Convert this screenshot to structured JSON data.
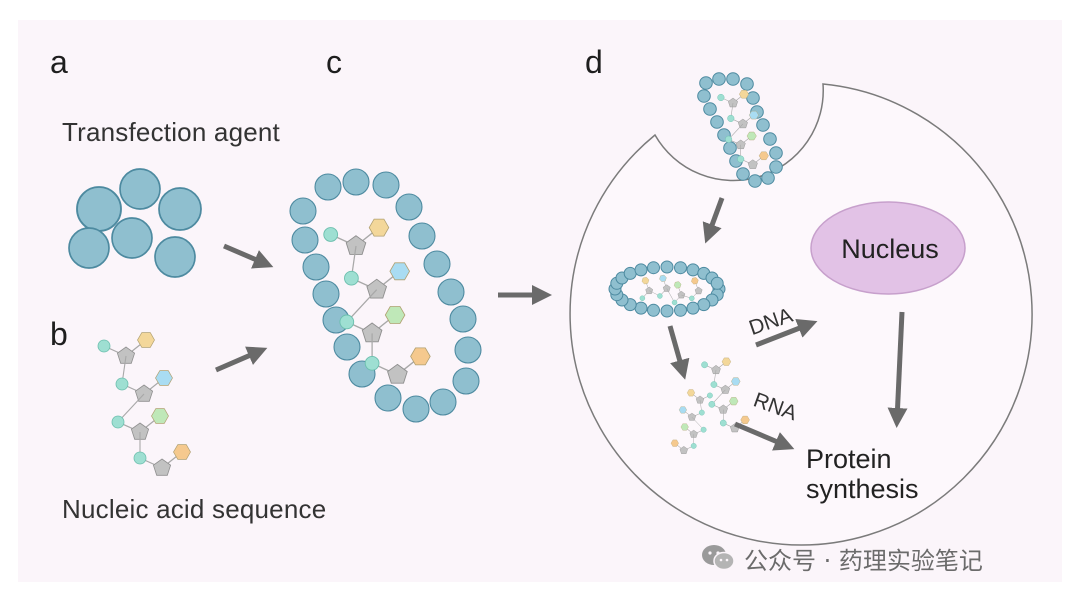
{
  "panels": {
    "a": {
      "letter": "a",
      "caption": "Transfection agent"
    },
    "b": {
      "letter": "b",
      "caption": "Nucleic acid sequence"
    },
    "c": {
      "letter": "c"
    },
    "d": {
      "letter": "d",
      "nucleus_label": "Nucleus",
      "dna_label": "DNA",
      "rna_label": "RNA",
      "protein_label_line1": "Protein",
      "protein_label_line2": "synthesis"
    }
  },
  "watermark": {
    "text": "公众号 · 药理实验笔记",
    "icon": "wechat-icon"
  },
  "colors": {
    "lipid_fill": "#8fbfcf",
    "lipid_stroke": "#4d8aa0",
    "nucleus_fill": "#e2c2e6",
    "nucleus_stroke": "#c7a0cc",
    "arrow": "#6a6a6a",
    "background": "#fbf5fa",
    "hex_yellow": "#f3d79a",
    "hex_blue": "#a9dcf2",
    "hex_green": "#bfe8b8",
    "hex_orange": "#f5c98e",
    "bead_teal": "#9edfd2",
    "sugar_gray": "#c2c2c2"
  }
}
